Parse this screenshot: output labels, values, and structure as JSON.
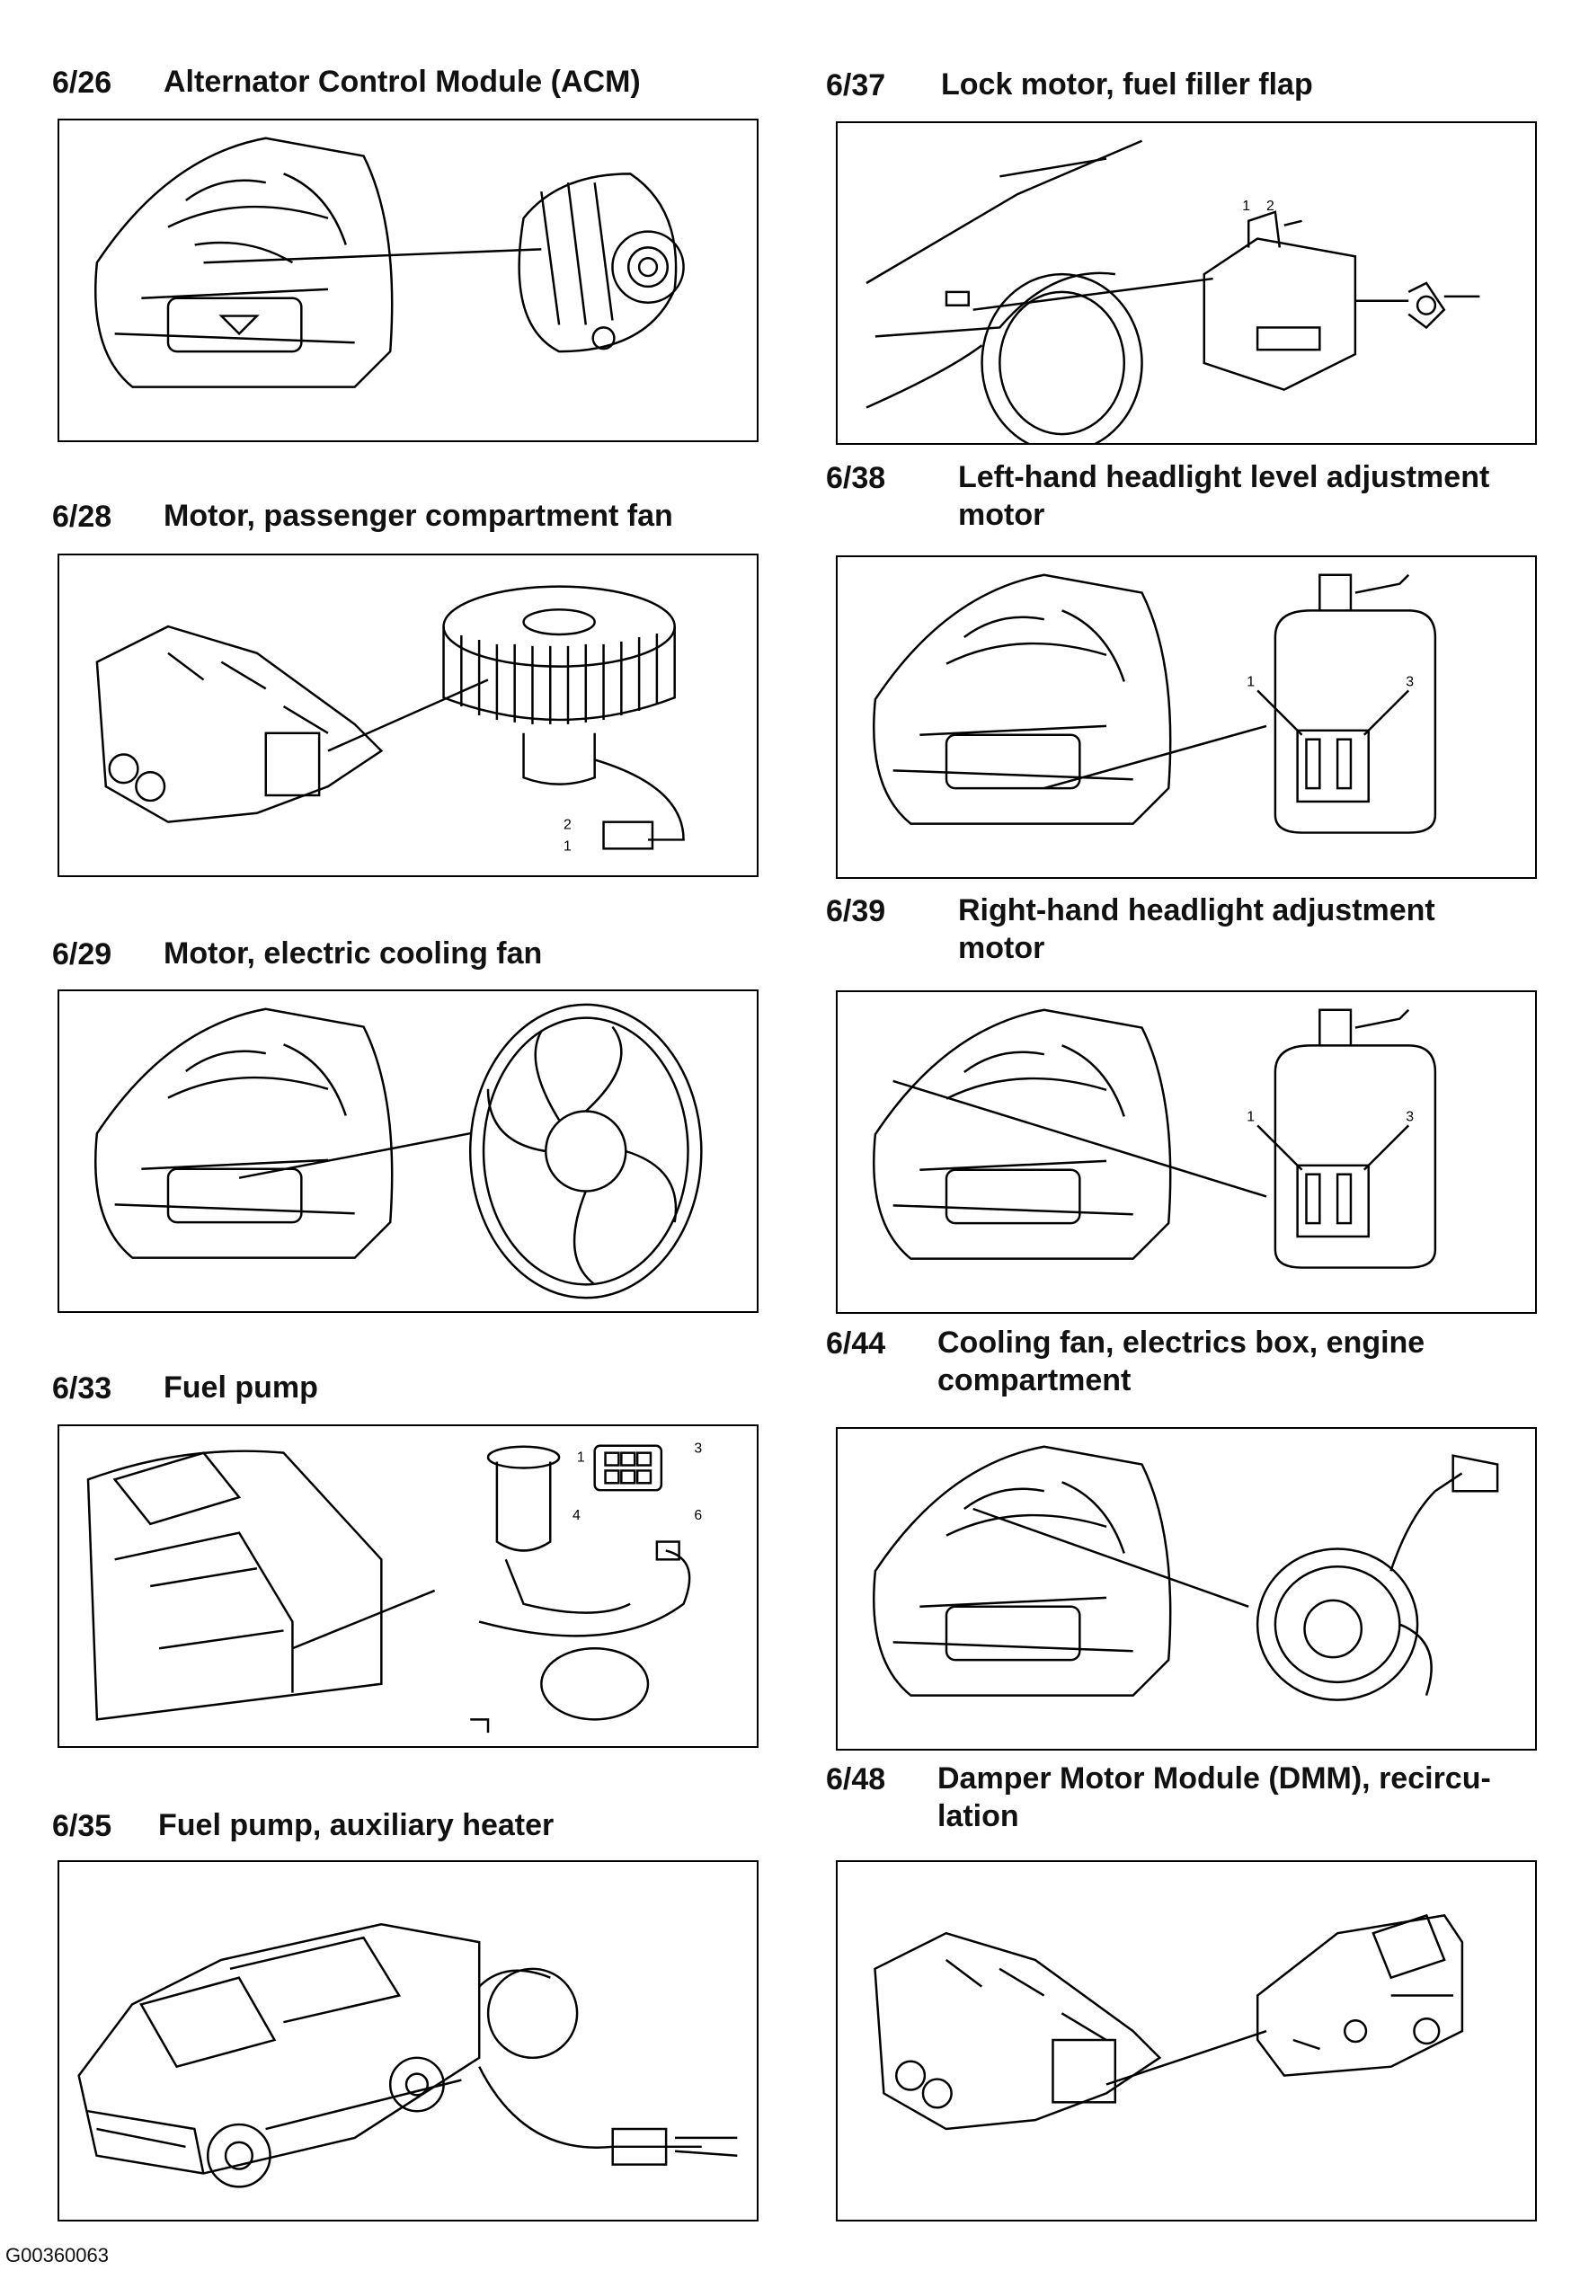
{
  "entries": [
    {
      "number": "6/26",
      "title": "Alternator Control Module (ACM)",
      "illustration": "engine-bay-with-alternator"
    },
    {
      "number": "6/28",
      "title": "Motor, passenger compartment fan",
      "illustration": "hvac-unit-with-blower-motor",
      "callouts": [
        "2",
        "1"
      ]
    },
    {
      "number": "6/29",
      "title": "Motor, electric cooling fan",
      "illustration": "engine-bay-with-cooling-fan"
    },
    {
      "number": "6/33",
      "title": "Fuel pump",
      "illustration": "car-interior-with-fuel-pump",
      "callouts": [
        "1",
        "3",
        "4",
        "6"
      ]
    },
    {
      "number": "6/35",
      "title": "Fuel pump, auxiliary heater",
      "illustration": "car-with-auxiliary-heater-pump"
    },
    {
      "number": "6/37",
      "title": "Lock motor, fuel filler flap",
      "illustration": "fuel-flap-with-lock-motor",
      "callouts": [
        "1",
        "2"
      ]
    },
    {
      "number": "6/38",
      "title": "Left-hand headlight level adjustment\nmotor",
      "illustration": "engine-bay-with-headlight-motor",
      "callouts": [
        "1",
        "3"
      ]
    },
    {
      "number": "6/39",
      "title": "Right-hand headlight adjustment\nmotor",
      "illustration": "engine-bay-with-headlight-motor",
      "callouts": [
        "1",
        "3"
      ]
    },
    {
      "number": "6/44",
      "title": "Cooling fan, electrics box, engine\ncompartment",
      "illustration": "engine-bay-with-electrics-box-fan"
    },
    {
      "number": "6/48",
      "title": "Damper Motor Module (DMM), recircu-\nlation",
      "illustration": "hvac-unit-with-damper-motor"
    }
  ],
  "footer_code": "G00360063"
}
